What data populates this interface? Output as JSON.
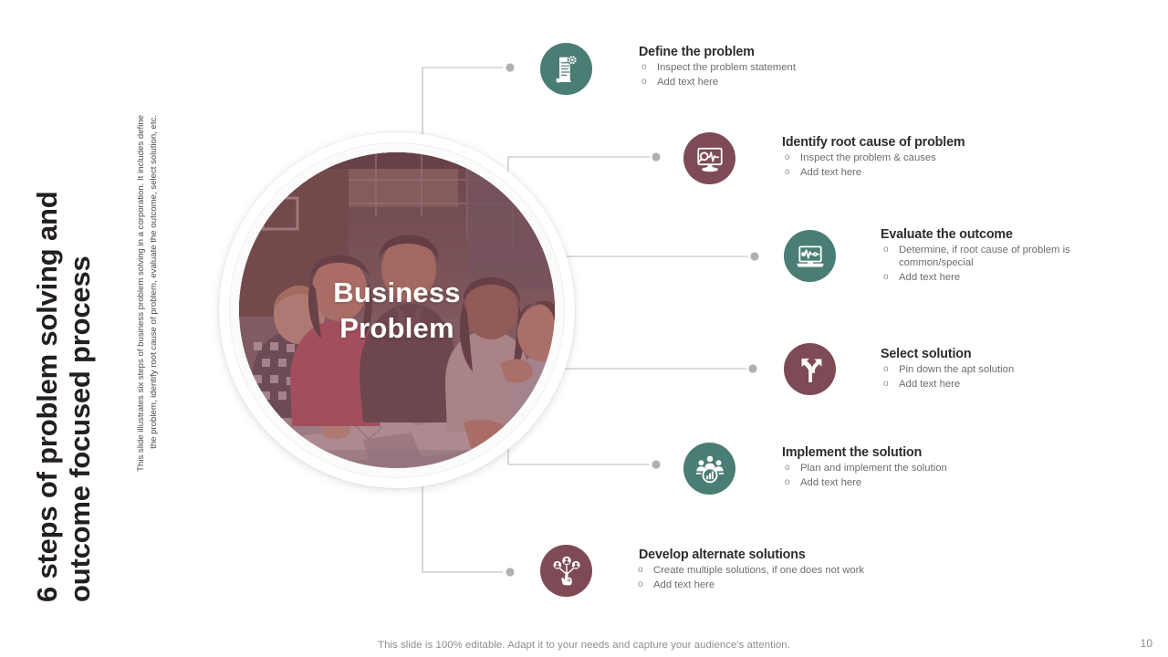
{
  "slide": {
    "title": "6 steps of problem solving and\noutcome focused process",
    "subtitle": "This slide illustrates six steps of business problem solving in a corporation. It includes define\nthe problem, identify root cause of problem, evaluate the outcome, select solution, etc.",
    "center_label": "Business\nProblem",
    "center_photo_alt": "team-meeting-photo",
    "footer_note": "This slide is 100% editable. Adapt it to your needs and capture your audience's attention.",
    "page_number": "10"
  },
  "colors": {
    "teal": "#4a7d74",
    "maroon": "#7d4a55",
    "heading": "#2d2d2d",
    "body": "#6d6d6d",
    "connector": "#b9b9b9",
    "dot": "#b0b0b0",
    "center_tint": "#8c5360"
  },
  "steps": [
    {
      "id": "define-the-problem",
      "heading": "Define the problem",
      "icon": "document-gear-icon",
      "color": "teal",
      "bullets": [
        "Inspect the problem statement",
        "Add text here"
      ]
    },
    {
      "id": "identify-root-cause-of-problem",
      "heading": "Identify root cause of problem",
      "icon": "monitor-magnifier-pulse-icon",
      "color": "maroon",
      "bullets": [
        "Inspect the problem & causes",
        "Add text here"
      ]
    },
    {
      "id": "evaluate-the-outcome",
      "heading": "Evaluate the outcome",
      "icon": "laptop-heartbeat-icon",
      "color": "teal",
      "bullets": [
        "Determine, if root cause of problem is common/special",
        "Add text here"
      ]
    },
    {
      "id": "select-solution",
      "heading": "Select solution",
      "icon": "fork-arrows-icon",
      "color": "maroon",
      "bullets": [
        "Pin down the apt solution",
        "Add text here"
      ]
    },
    {
      "id": "implement-the-solution",
      "heading": "Implement the solution",
      "icon": "team-chart-icon",
      "color": "teal",
      "bullets": [
        "Plan and implement the solution",
        "Add text here"
      ]
    },
    {
      "id": "develop-alternate-solutions",
      "heading": "Develop alternate solutions",
      "icon": "hand-choosing-people-icon",
      "color": "maroon",
      "bullets": [
        "Create multiple solutions, if one does not work",
        "Add text here"
      ]
    }
  ]
}
